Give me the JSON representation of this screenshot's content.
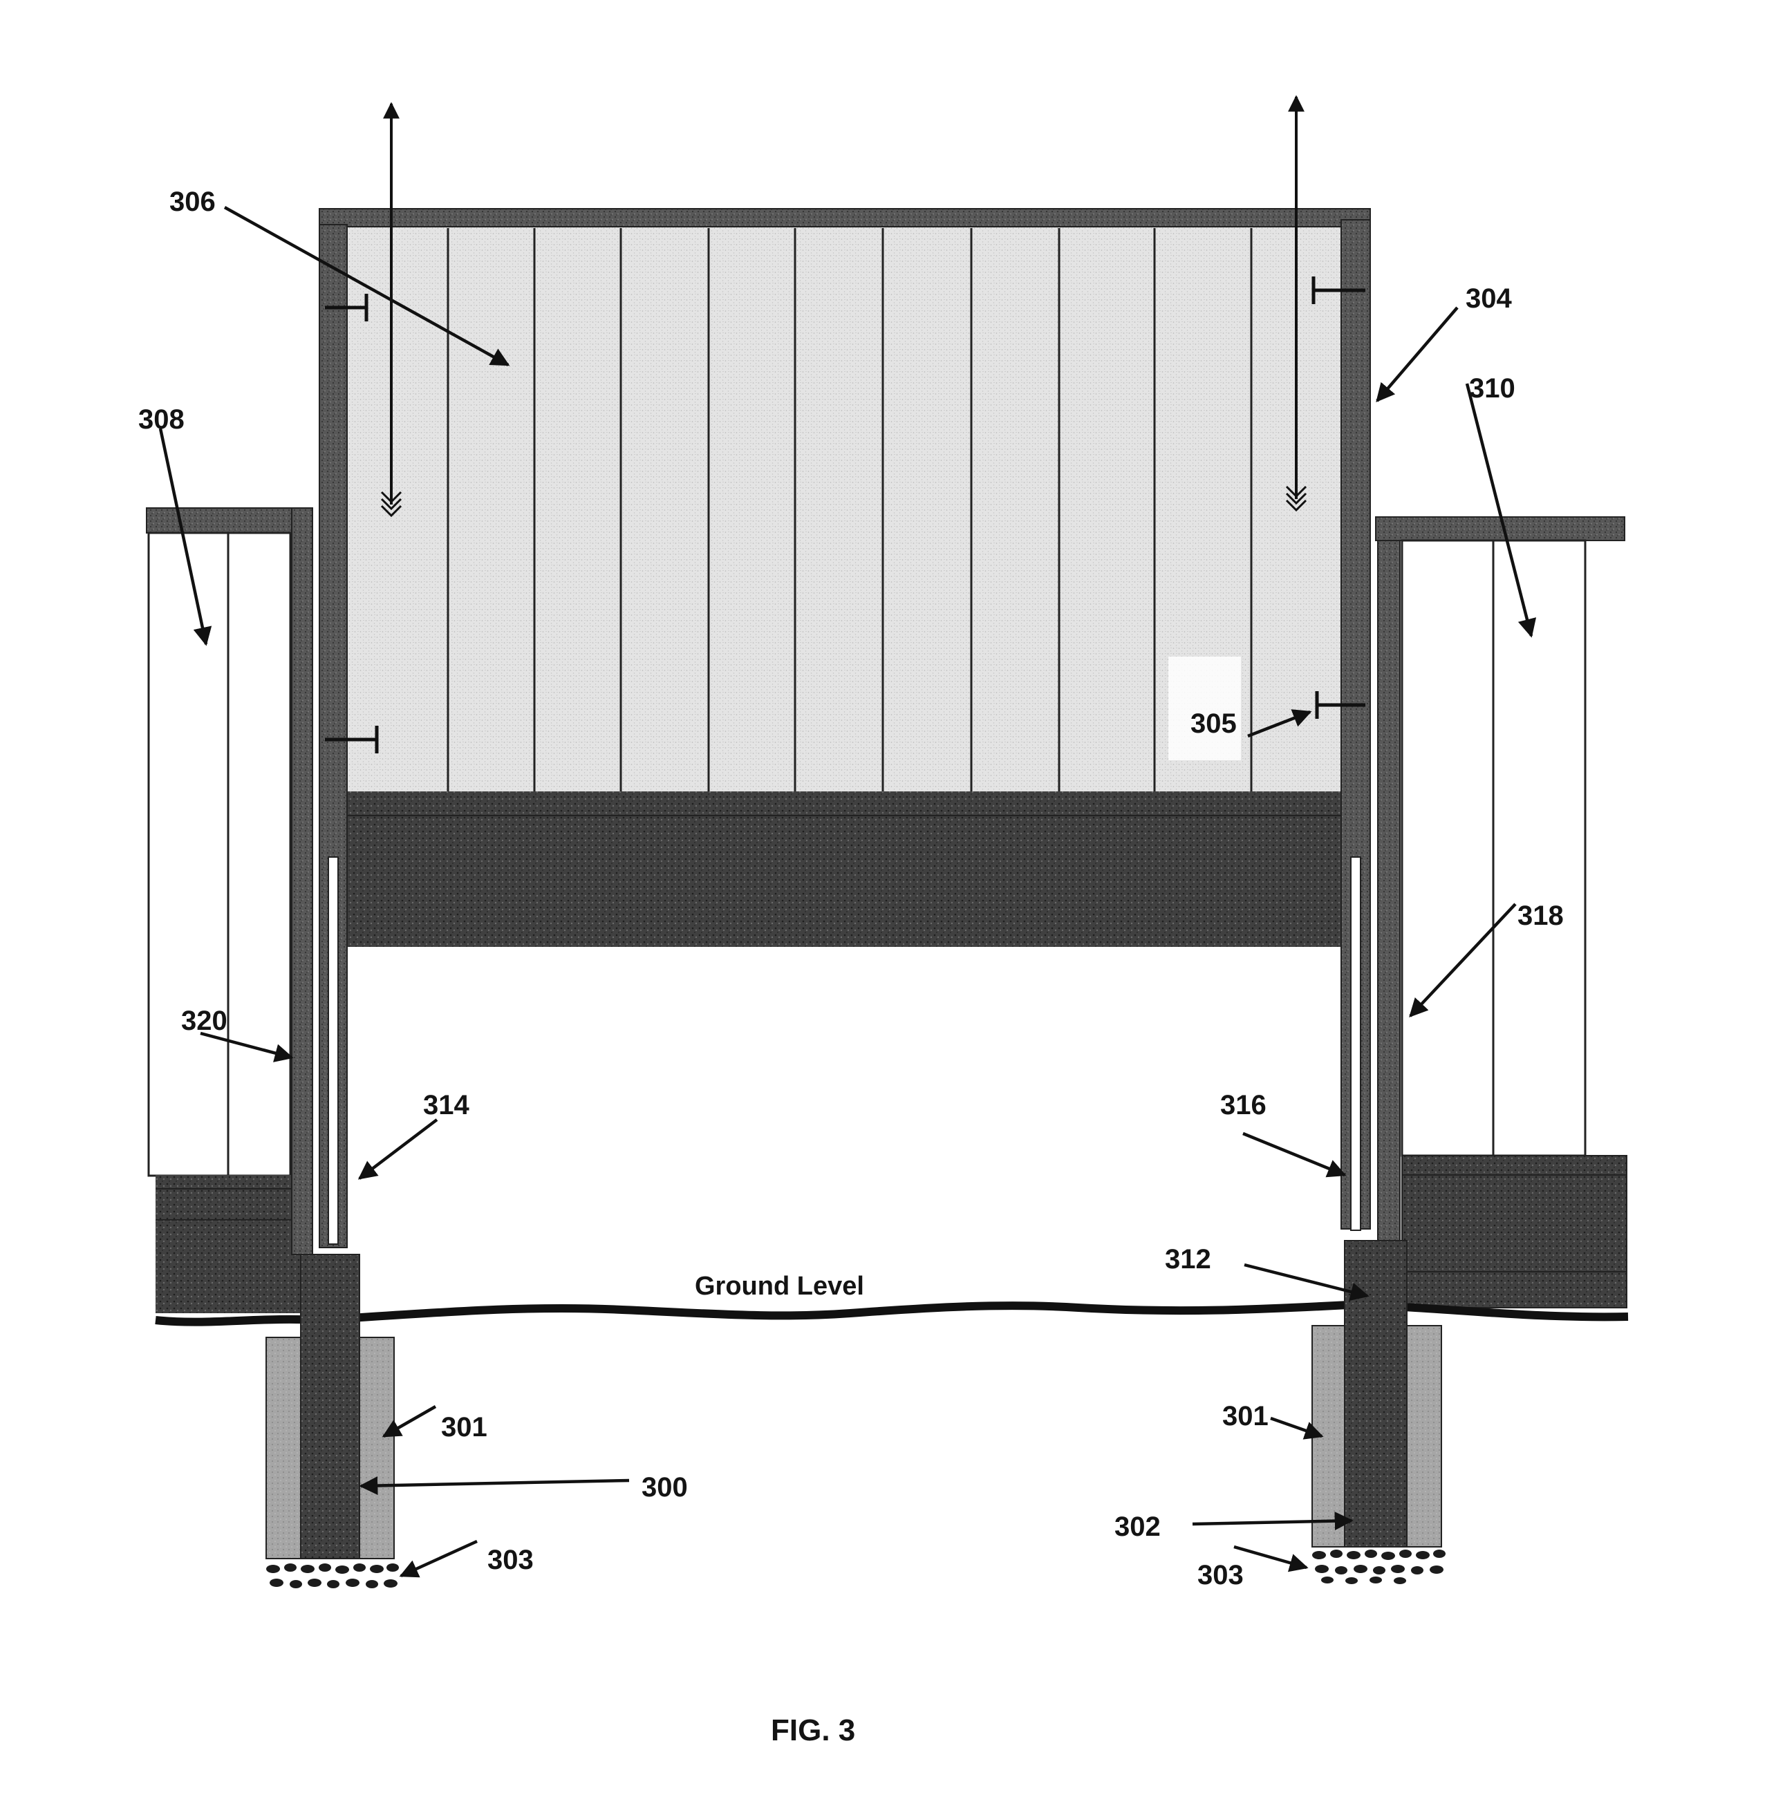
{
  "figure": {
    "caption": "FIG. 3",
    "ground_label": "Ground Level",
    "reference_numerals": [
      "300",
      "301",
      "301",
      "302",
      "303",
      "303",
      "304",
      "305",
      "306",
      "308",
      "310",
      "312",
      "314",
      "316",
      "318",
      "320"
    ]
  },
  "colors": {
    "background": "#ffffff",
    "panel_light": "#e6e6e6",
    "frame_dark": "#5a5a5a",
    "footer_dark": "#3d3d3d",
    "post_medium": "#a8a8a8",
    "line_black": "#111111"
  }
}
